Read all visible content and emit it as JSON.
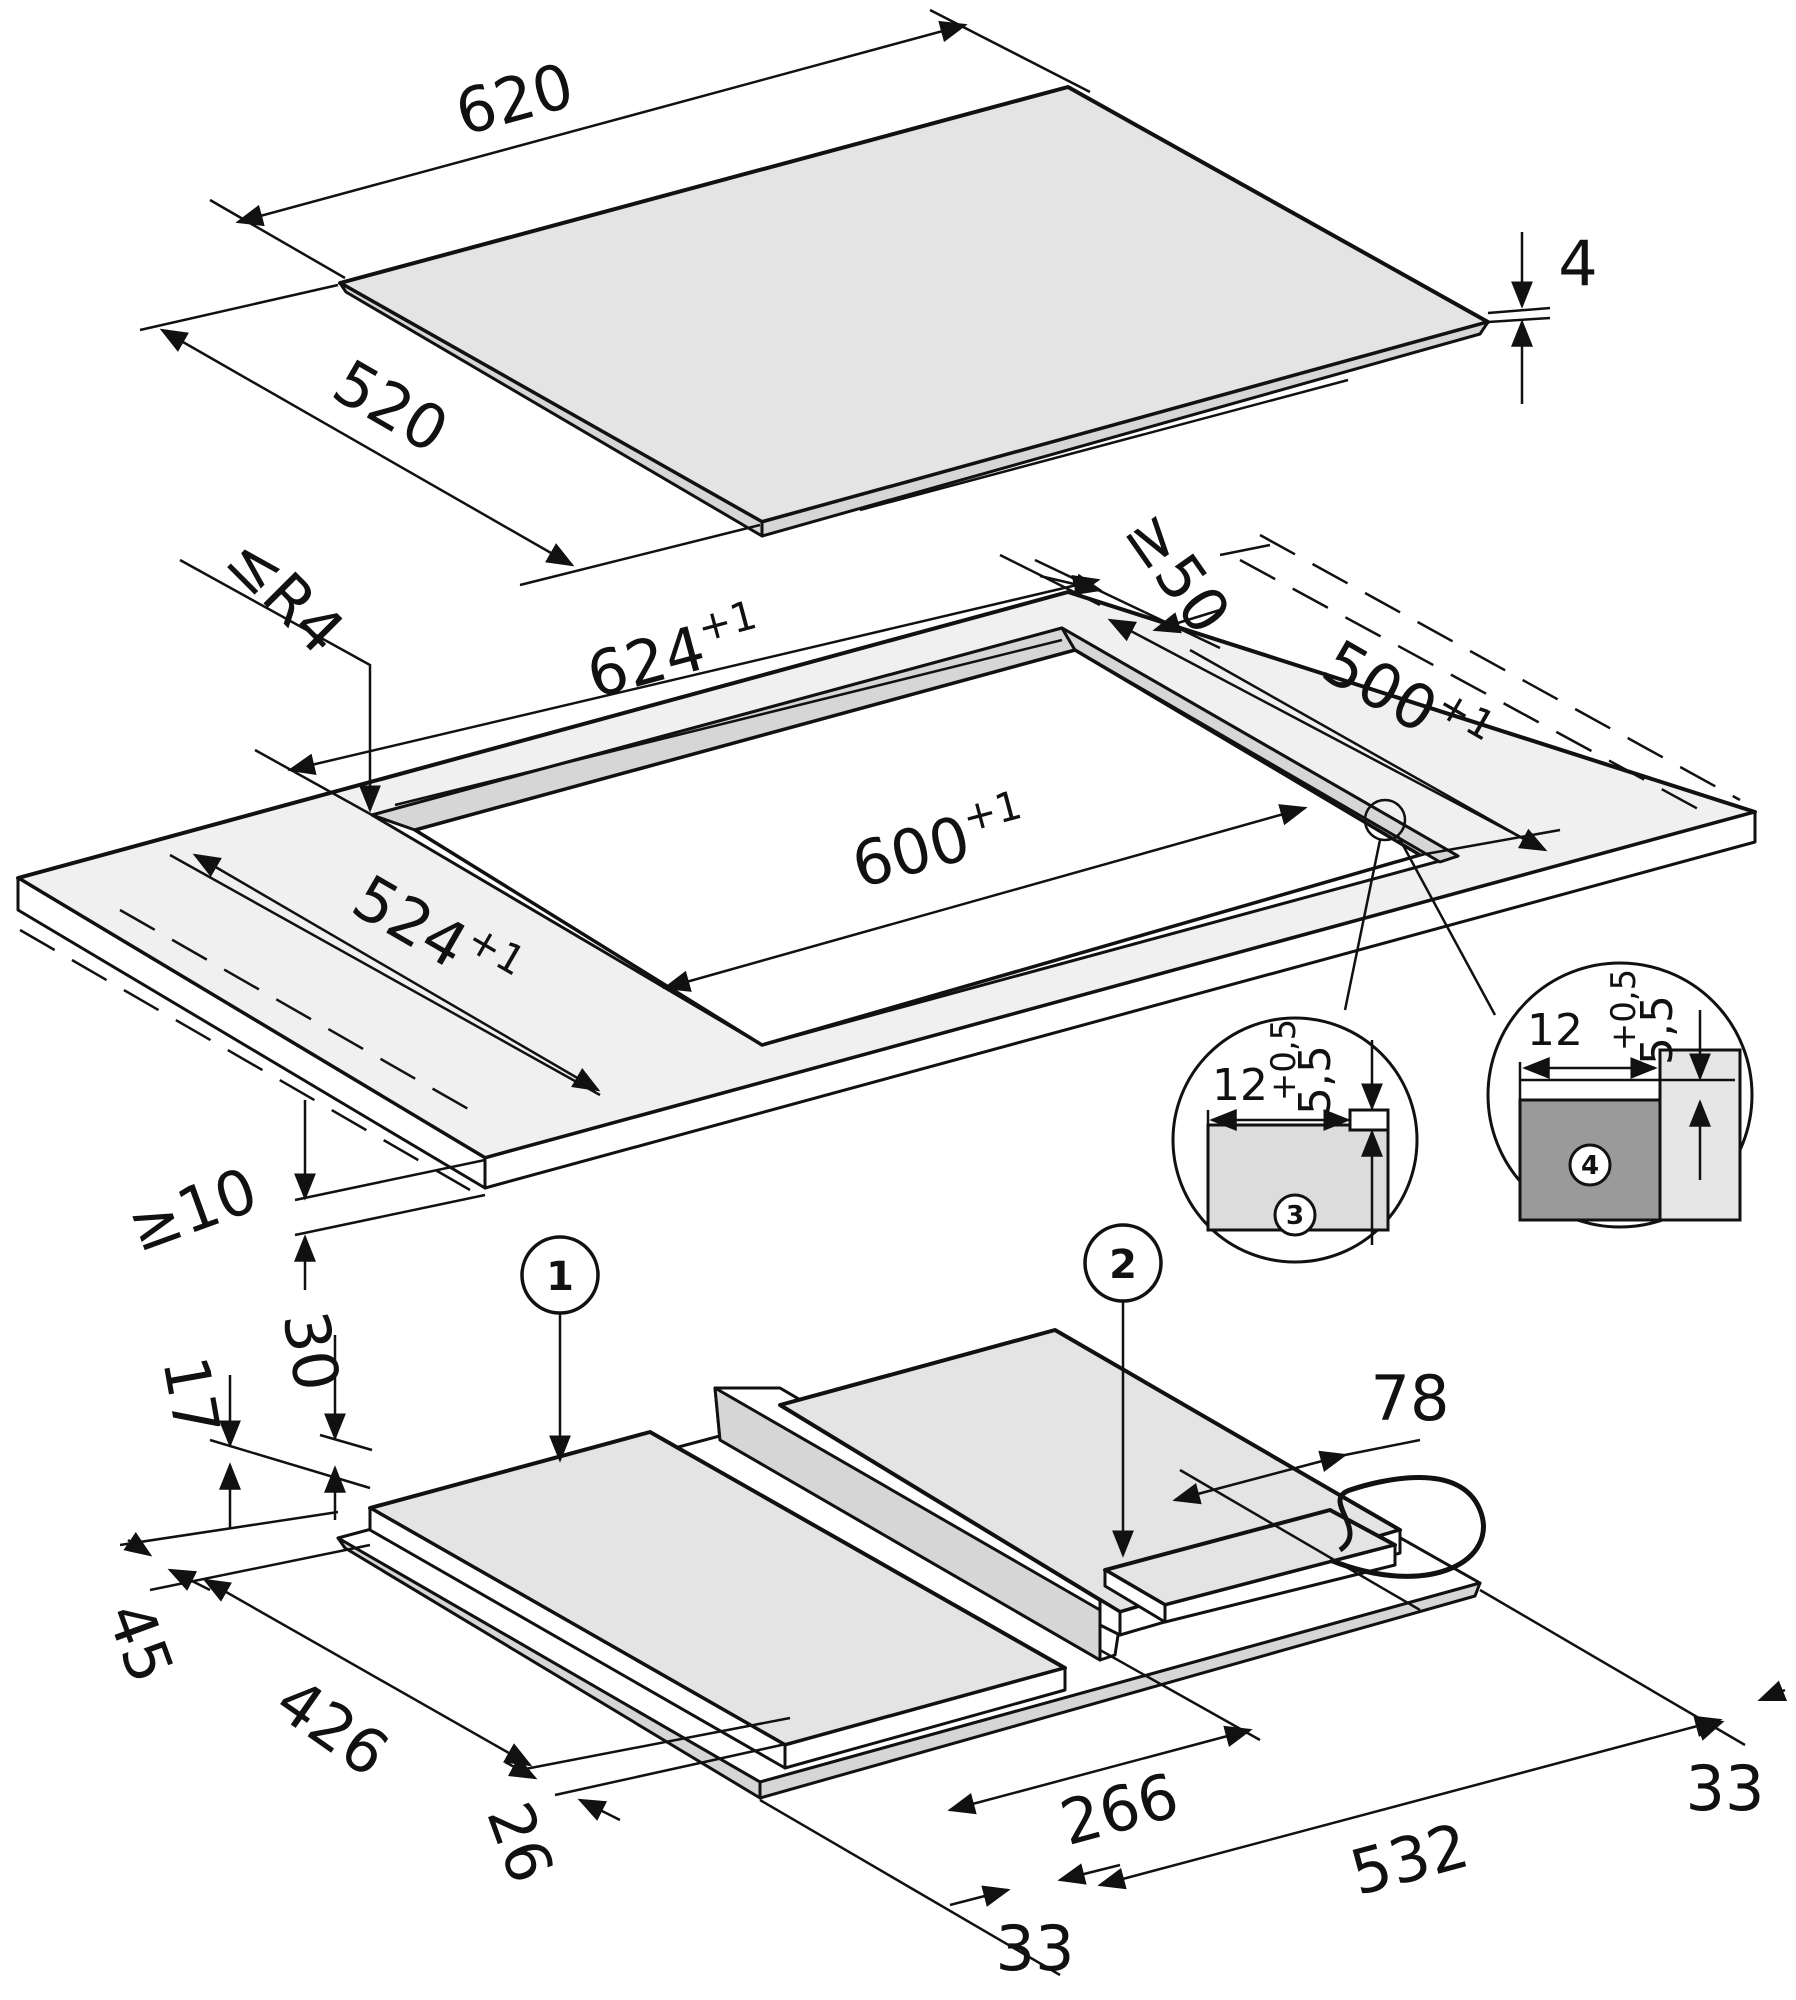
{
  "hob": {
    "width": "620",
    "depth": "520",
    "thickness": "4"
  },
  "cutout": {
    "radius": "≤R4",
    "outer_width": "624",
    "outer_width_tol": "+1",
    "outer_depth": "524",
    "outer_depth_tol": "+1",
    "inner_width": "600",
    "inner_width_tol": "+1",
    "inner_depth": "500",
    "inner_depth_tol": "+1",
    "rear_clearance": "≥50",
    "front_clearance": "≥10"
  },
  "detail_3": {
    "label": "3",
    "width": "12",
    "depth": "5,5",
    "depth_tol": "+0,5"
  },
  "detail_4": {
    "label": "4",
    "width": "12",
    "depth": "5,5",
    "depth_tol": "+0,5"
  },
  "underside": {
    "callout_1": "1",
    "callout_2": "2",
    "h_30": "30",
    "h_17": "17",
    "d_45": "45",
    "d_426": "426",
    "d_26": "26",
    "d_266": "266",
    "d_532": "532",
    "d_33_right": "33",
    "d_33_bottom": "33",
    "d_78": "78"
  }
}
